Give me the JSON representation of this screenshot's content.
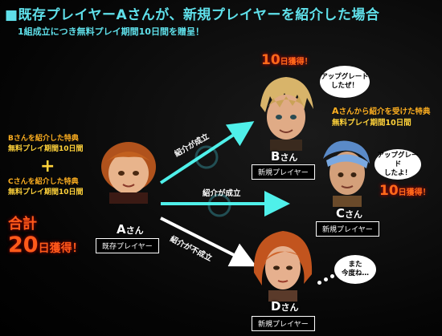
{
  "header": {
    "title": "■既存プレイヤーAさんが、新規プレイヤーを紹介した場合",
    "subtitle": "1組成立につき無料プレイ期間10日間を贈呈！"
  },
  "left_panel": {
    "b_line1": "Bさんを紹介した特典",
    "b_line2": "無料プレイ期間10日間",
    "plus": "+",
    "c_line1": "Cさんを紹介した特典",
    "c_line2": "無料プレイ期間10日間",
    "total_label": "合計",
    "total_value": "20",
    "total_unit": "日獲得！"
  },
  "players": {
    "a": {
      "letter": "A",
      "suffix": "さん",
      "role": "既存プレイヤー"
    },
    "b": {
      "letter": "B",
      "suffix": "さん",
      "role": "新規プレイヤー",
      "bonus_value": "10",
      "bonus_unit": "日獲得！",
      "bubble": "アップグレード\nしたぜ！"
    },
    "c": {
      "letter": "C",
      "suffix": "さん",
      "role": "新規プレイヤー",
      "bonus_value": "10",
      "bonus_unit": "日獲得！",
      "bubble": "アップグレード\nしたよ！"
    },
    "d": {
      "letter": "D",
      "suffix": "さん",
      "role": "新規プレイヤー",
      "bubble": "また\n今度ね…"
    }
  },
  "arrows": {
    "to_b": "紹介が成立",
    "to_c": "紹介が成立",
    "to_d": "紹介が不成立"
  },
  "benefit_note": {
    "line1_highlight": "A",
    "line1_rest": "さんから紹介を受けた特典",
    "line2": "無料プレイ期間10日間"
  },
  "colors": {
    "accent_cyan": "#5fe0ea",
    "arrow_cyan": "#4ff0ea",
    "orange": "#ffb020",
    "bonus_red": "#ff5a1a"
  }
}
